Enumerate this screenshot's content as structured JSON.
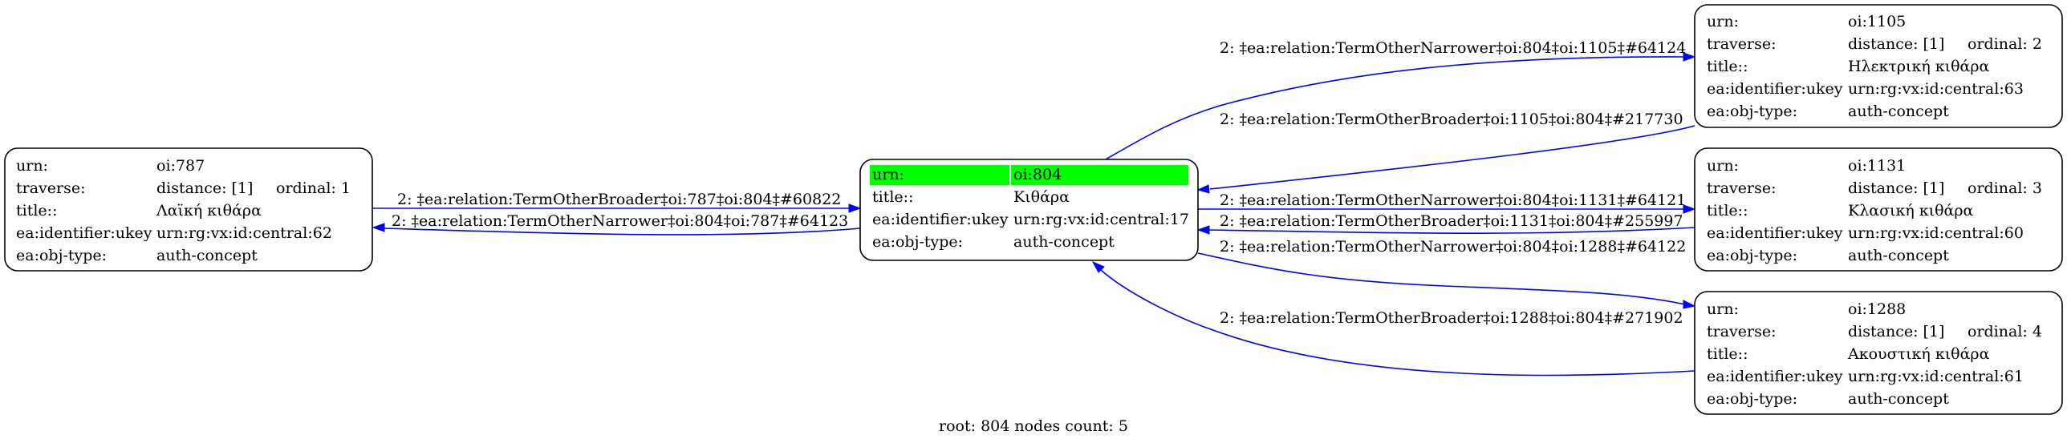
{
  "colors": {
    "edge": "#0000ff",
    "root_highlight": "#00ff00",
    "border": "#000000"
  },
  "nodes": {
    "root": {
      "urn_key": "urn:",
      "urn": "oi:804",
      "title_key": "title::",
      "title": "Κιθάρα",
      "ukey_key": "ea:identifier:ukey",
      "ukey": "urn:rg:vx:id:central:17",
      "type_key": "ea:obj-type:",
      "type": "auth-concept"
    },
    "n787": {
      "urn_key": "urn:",
      "urn": "oi:787",
      "traverse_key": "traverse:",
      "distance": "distance: [1]",
      "ordinal": "ordinal: 1",
      "title_key": "title::",
      "title": "Λαϊκή κιθάρα",
      "ukey_key": "ea:identifier:ukey",
      "ukey": "urn:rg:vx:id:central:62",
      "type_key": "ea:obj-type:",
      "type": "auth-concept"
    },
    "n1105": {
      "urn_key": "urn:",
      "urn": "oi:1105",
      "traverse_key": "traverse:",
      "distance": "distance: [1]",
      "ordinal": "ordinal: 2",
      "title_key": "title::",
      "title": "Ηλεκτρική κιθάρα",
      "ukey_key": "ea:identifier:ukey",
      "ukey": "urn:rg:vx:id:central:63",
      "type_key": "ea:obj-type:",
      "type": "auth-concept"
    },
    "n1131": {
      "urn_key": "urn:",
      "urn": "oi:1131",
      "traverse_key": "traverse:",
      "distance": "distance: [1]",
      "ordinal": "ordinal: 3",
      "title_key": "title::",
      "title": "Κλασική κιθάρα",
      "ukey_key": "ea:identifier:ukey",
      "ukey": "urn:rg:vx:id:central:60",
      "type_key": "ea:obj-type:",
      "type": "auth-concept"
    },
    "n1288": {
      "urn_key": "urn:",
      "urn": "oi:1288",
      "traverse_key": "traverse:",
      "distance": "distance: [1]",
      "ordinal": "ordinal: 4",
      "title_key": "title::",
      "title": "Ακουστική κιθάρα",
      "ukey_key": "ea:identifier:ukey",
      "ukey": "urn:rg:vx:id:central:61",
      "type_key": "ea:obj-type:",
      "type": "auth-concept"
    }
  },
  "edges": {
    "broader_787": "2: ‡ea:relation:TermOtherBroader‡oi:787‡oi:804‡#60822",
    "narrower_787": "2: ‡ea:relation:TermOtherNarrower‡oi:804‡oi:787‡#64123",
    "narrower_1105": "2: ‡ea:relation:TermOtherNarrower‡oi:804‡oi:1105‡#64124",
    "broader_1105": "2: ‡ea:relation:TermOtherBroader‡oi:1105‡oi:804‡#217730",
    "narrower_1131": "2: ‡ea:relation:TermOtherNarrower‡oi:804‡oi:1131‡#64121",
    "broader_1131": "2: ‡ea:relation:TermOtherBroader‡oi:1131‡oi:804‡#255997",
    "narrower_1288": "2: ‡ea:relation:TermOtherNarrower‡oi:804‡oi:1288‡#64122",
    "broader_1288": "2: ‡ea:relation:TermOtherBroader‡oi:1288‡oi:804‡#271902"
  },
  "footer": "root: 804 nodes count: 5"
}
